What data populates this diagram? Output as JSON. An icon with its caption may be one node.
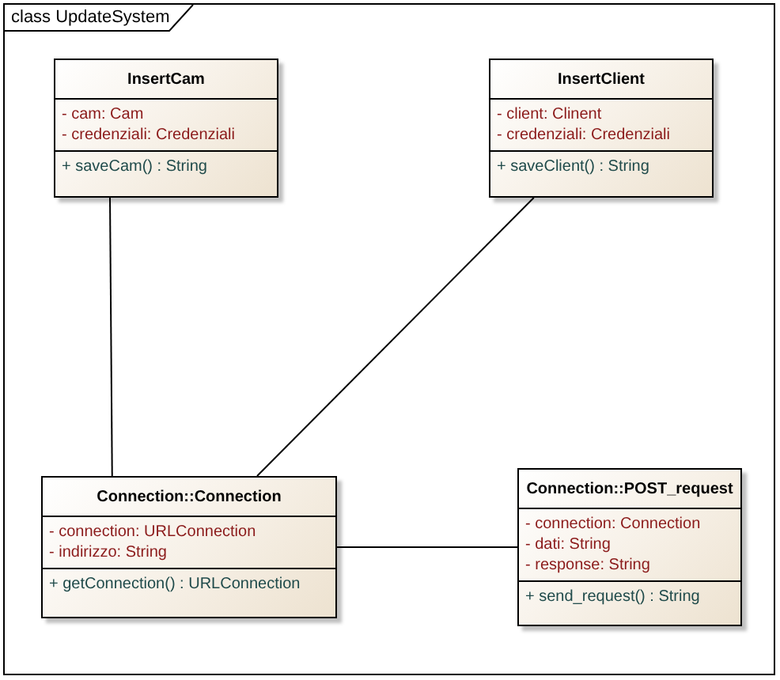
{
  "diagram": {
    "nodes": [
      {
        "text": [
          "class UpdateSystem"
        ]
      },
      {
        "text": [
          "InsertCam"
        ],
        "in": 0
      },
      {
        "text": [
          "- cam: Cam",
          "- credenziali: Credenziali"
        ],
        "in": 1
      },
      {
        "text": [
          "+ saveCam() : String"
        ],
        "in": 1
      },
      {
        "text": [
          "InsertClient"
        ],
        "in": 0
      },
      {
        "text": [
          "- client: Clinent",
          "- credenziali: Credenziali"
        ],
        "in": 4
      },
      {
        "text": [
          "+ saveClient() : String"
        ],
        "in": 4
      },
      {
        "text": [
          "Connection::Connection"
        ],
        "in": 0
      },
      {
        "text": [
          "- connection: URLConnection",
          "- indirizzo: String"
        ],
        "in": 7
      },
      {
        "text": [
          "+ getConnection() : URLConnection"
        ],
        "in": 7
      },
      {
        "text": [
          "Connection::POST_request"
        ],
        "in": 0
      },
      {
        "text": [
          "- connection: Connection",
          "- dati: String",
          "- response: String"
        ],
        "in": 10
      },
      {
        "text": [
          "+ send_request() : String"
        ],
        "in": 10
      }
    ],
    "edges": [
      {
        "from": 1,
        "to": 7,
        "arrow": "none"
      },
      {
        "from": 4,
        "to": 7,
        "arrow": "none"
      },
      {
        "from": 7,
        "to": 10,
        "arrow": "none"
      }
    ]
  }
}
